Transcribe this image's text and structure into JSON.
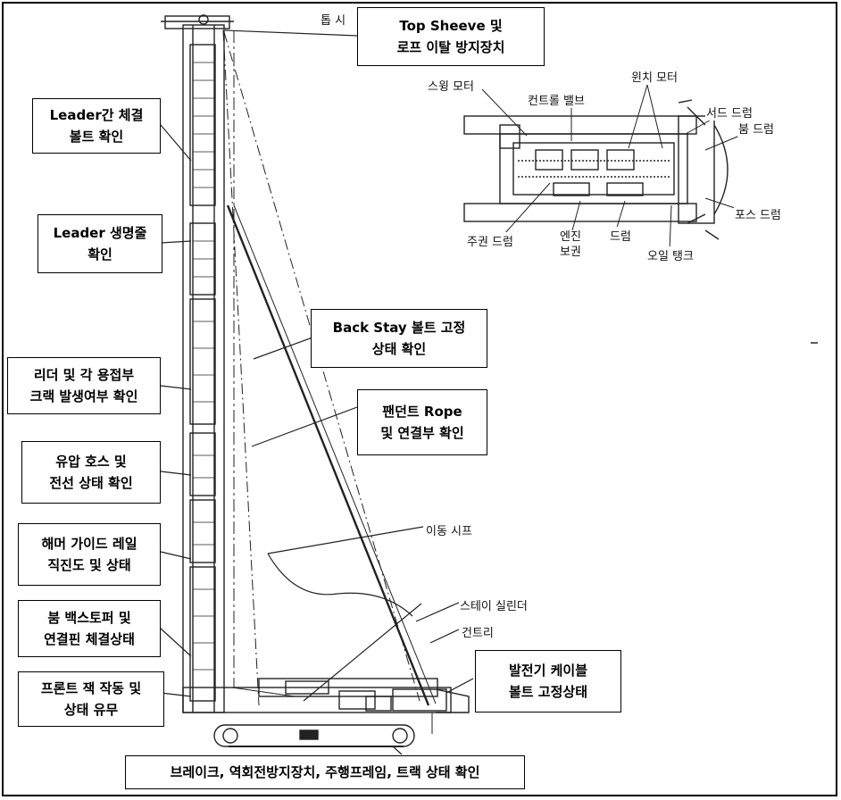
{
  "callouts": {
    "top_sheeve": [
      "Top Sheeve 및",
      "로프 이탈 방지장치"
    ],
    "leader_bolt": [
      "Leader간 체결",
      "볼트 확인"
    ],
    "leader_lifeline": [
      "Leader 생명줄",
      "확인"
    ],
    "back_stay": [
      "Back Stay 볼트 고정",
      "상태 확인"
    ],
    "weld_crack": [
      "리더 및 각 용접부",
      "크랙 발생여부 확인"
    ],
    "pendant_rope": [
      "팬던트 Rope",
      "및 연결부 확인"
    ],
    "hydraulic_hose": [
      "유압 호스 및",
      "전선 상태 확인"
    ],
    "hammer_guide": [
      "해머 가이드 레일",
      "직진도 및 상태"
    ],
    "boom_backstopper": [
      "붐 백스토퍼 및",
      "연결핀 체결상태"
    ],
    "front_jack": [
      "프론트 잭 작동 및",
      "상태 유무"
    ],
    "generator_cable": [
      "발전기 케이블",
      "볼트 고정상태"
    ],
    "bottom": "브레이크, 역회전방지장치, 주행프레임, 트랙 상태 확인"
  },
  "labels": {
    "top": "톱 시",
    "swing_motor": "스윙 모터",
    "winch_motor": "윈치 모터",
    "control_valve": "컨트롤 밸브",
    "third_drum": "서드 드럼",
    "boom_drum": "붐 드럼",
    "force_drum": "포스 드럼",
    "main_drum": "주권 드럼",
    "engine_aux": "엔진\n보권",
    "drum": "드럼",
    "oil_tank": "오일 탱크",
    "moving_sheave": "이동 시프",
    "stay_cylinder": "스테이 실린더",
    "gantry": "건트리"
  }
}
